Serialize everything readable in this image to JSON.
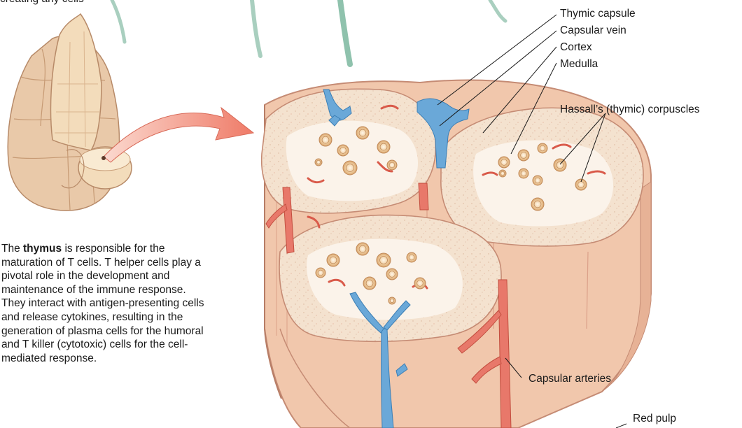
{
  "top_fragment": "creating any cells",
  "labels": {
    "thymic_capsule": "Thymic capsule",
    "capsular_vein": "Capsular vein",
    "cortex": "Cortex",
    "medulla": "Medulla",
    "hassalls": "Hassall’s (thymic) corpuscles",
    "capsular_arteries": "Capsular arteries",
    "red_pulp": "Red pulp"
  },
  "caption": {
    "prefix": "The ",
    "bold": "thymus",
    "rest": " is responsible for the maturation of T cells. T helper cells play a pivotal role in the development and maintenance of the immune response. They interact with antigen-presenting cells and release cytokines, resulting in the generation of plasma cells for the humoral and T killer (cytotoxic) cells for the cell-mediated response."
  },
  "colors": {
    "capsule": "#f1c7ac",
    "cortex": "#f4e2cf",
    "medulla": "#fbf3ea",
    "vein": "#6aa8d8",
    "artery": "#e8786a",
    "corpuscle": "#e9c596",
    "arrow": "#f08a78"
  }
}
